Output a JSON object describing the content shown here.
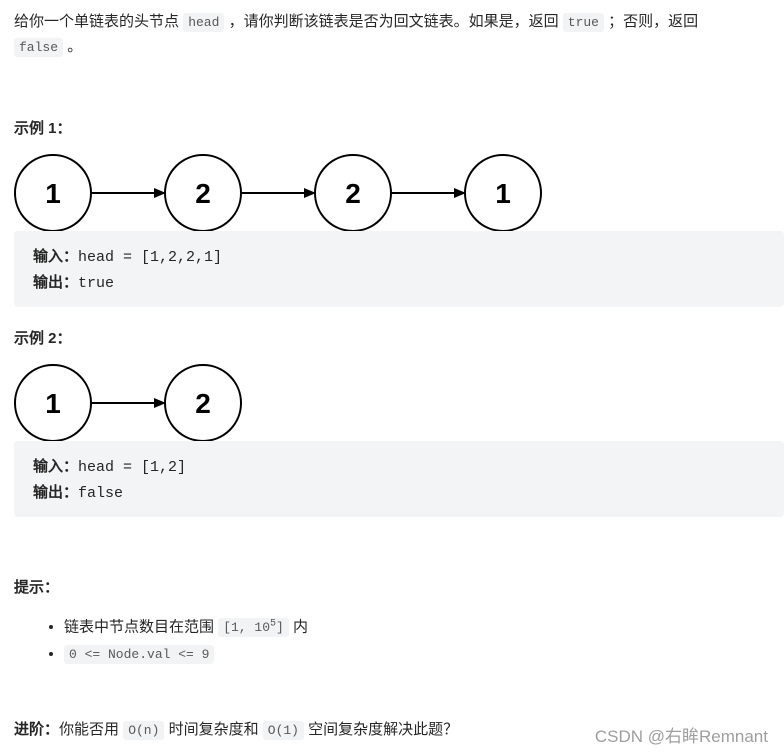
{
  "problem": {
    "text_part1": "给你一个单链表的头节点",
    "code_head": "head",
    "text_part2": "，请你判断该链表是否为回文链表。如果是，返回",
    "code_true": "true",
    "text_part3": "；否则，返回",
    "code_false": "false",
    "text_part4": "。"
  },
  "example1": {
    "heading": "示例 1：",
    "nodes": [
      "1",
      "2",
      "2",
      "1"
    ],
    "input_label": "输入：",
    "input_value": "head = [1,2,2,1]",
    "output_label": "输出：",
    "output_value": "true"
  },
  "example2": {
    "heading": "示例 2：",
    "nodes": [
      "1",
      "2"
    ],
    "input_label": "输入：",
    "input_value": "head = [1,2]",
    "output_label": "输出：",
    "output_value": "false"
  },
  "hints": {
    "heading": "提示：",
    "item1_text": "链表中节点数目在范围",
    "item1_code_pre": "[1, 10",
    "item1_code_sup": "5",
    "item1_code_post": "]",
    "item1_suffix": "内",
    "item2_code": "0 <= Node.val <= 9"
  },
  "advanced": {
    "label": "进阶：",
    "text1": "你能否用",
    "code1": "O(n)",
    "text2": "时间复杂度和",
    "code2": "O(1)",
    "text3": "空间复杂度解决此题？"
  },
  "watermark": "CSDN @右眸Remnant"
}
